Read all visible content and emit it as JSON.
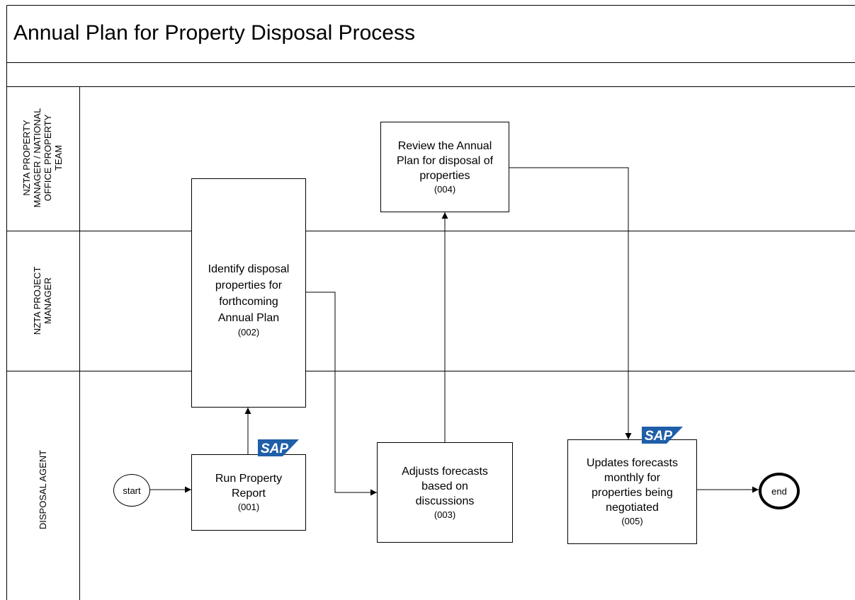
{
  "title": "Annual Plan for Property Disposal Process",
  "lanes": [
    {
      "label": "NZTA PROPERTY\nMANAGER / NATIONAL\nOFFICE PROPERTY\nTEAM"
    },
    {
      "label": "NZTA PROJECT\nMANAGER"
    },
    {
      "label": "DISPOSAL AGENT"
    }
  ],
  "tasks": [
    {
      "label": "Run Property\nReport",
      "code": "(001)",
      "system": "SAP"
    },
    {
      "label": "Identify disposal\nproperties for\nforthcoming\nAnnual Plan",
      "code": "(002)"
    },
    {
      "label": "Adjusts forecasts\nbased on\ndiscussions",
      "code": "(003)"
    },
    {
      "label": "Review the Annual\nPlan for disposal of\nproperties",
      "code": "(004)"
    },
    {
      "label": "Updates forecasts\nmonthly for\nproperties being\nnegotiated",
      "code": "(005)",
      "system": "SAP"
    }
  ],
  "events": {
    "start": "start",
    "end": "end"
  },
  "sap_logo": {
    "text": "SAP",
    "color": "#1f5ea8"
  }
}
